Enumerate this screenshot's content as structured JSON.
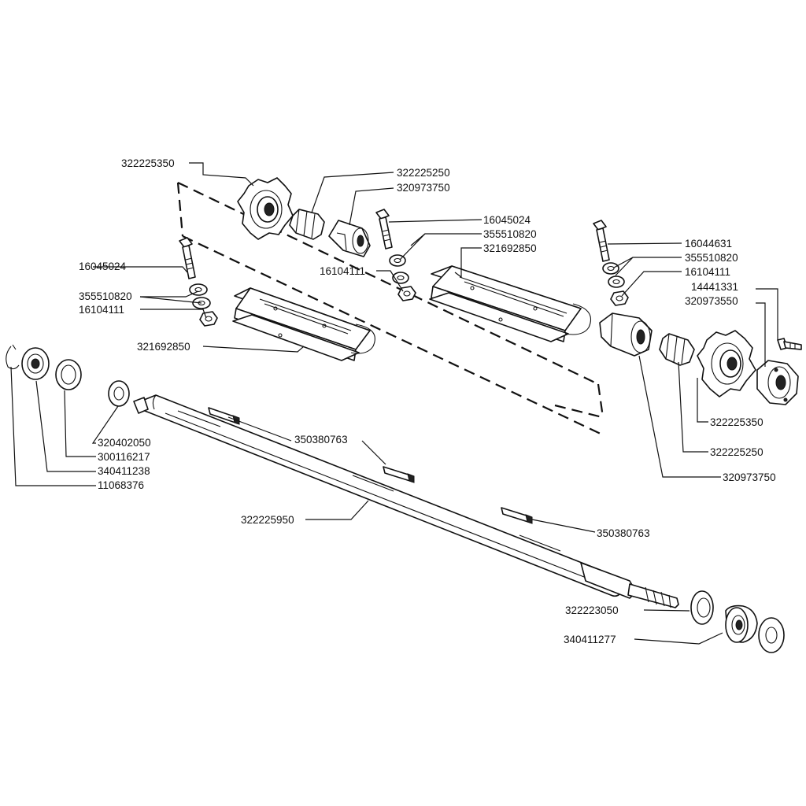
{
  "labels": [
    {
      "id": "lbl-322225350-top",
      "text": "322225350"
    },
    {
      "id": "lbl-322225250-top",
      "text": "322225250"
    },
    {
      "id": "lbl-320973750-top",
      "text": "320973750"
    },
    {
      "id": "lbl-16045024-right",
      "text": "16045024"
    },
    {
      "id": "lbl-355510820-mid",
      "text": "355510820"
    },
    {
      "id": "lbl-321692850-mid",
      "text": "321692850"
    },
    {
      "id": "lbl-16104111-mid",
      "text": "16104111"
    },
    {
      "id": "lbl-16044631",
      "text": "16044631"
    },
    {
      "id": "lbl-355510820-right",
      "text": "355510820"
    },
    {
      "id": "lbl-16104111-right",
      "text": "16104111"
    },
    {
      "id": "lbl-14441331",
      "text": "14441331"
    },
    {
      "id": "lbl-320973550",
      "text": "320973550"
    },
    {
      "id": "lbl-16045024-left",
      "text": "16045024"
    },
    {
      "id": "lbl-355510820-left",
      "text": "355510820"
    },
    {
      "id": "lbl-16104111-left",
      "text": "16104111"
    },
    {
      "id": "lbl-321692850-left",
      "text": "321692850"
    },
    {
      "id": "lbl-322225350-right",
      "text": "322225350"
    },
    {
      "id": "lbl-322225250-right",
      "text": "322225250"
    },
    {
      "id": "lbl-320973750-right",
      "text": "320973750"
    },
    {
      "id": "lbl-320402050",
      "text": "320402050"
    },
    {
      "id": "lbl-300116217",
      "text": "300116217"
    },
    {
      "id": "lbl-340411238",
      "text": "340411238"
    },
    {
      "id": "lbl-11068376",
      "text": "11068376"
    },
    {
      "id": "lbl-350380763-a",
      "text": "350380763"
    },
    {
      "id": "lbl-322225950",
      "text": "322225950"
    },
    {
      "id": "lbl-350380763-b",
      "text": "350380763"
    },
    {
      "id": "lbl-322223050",
      "text": "322223050"
    },
    {
      "id": "lbl-340411277",
      "text": "340411277"
    }
  ]
}
